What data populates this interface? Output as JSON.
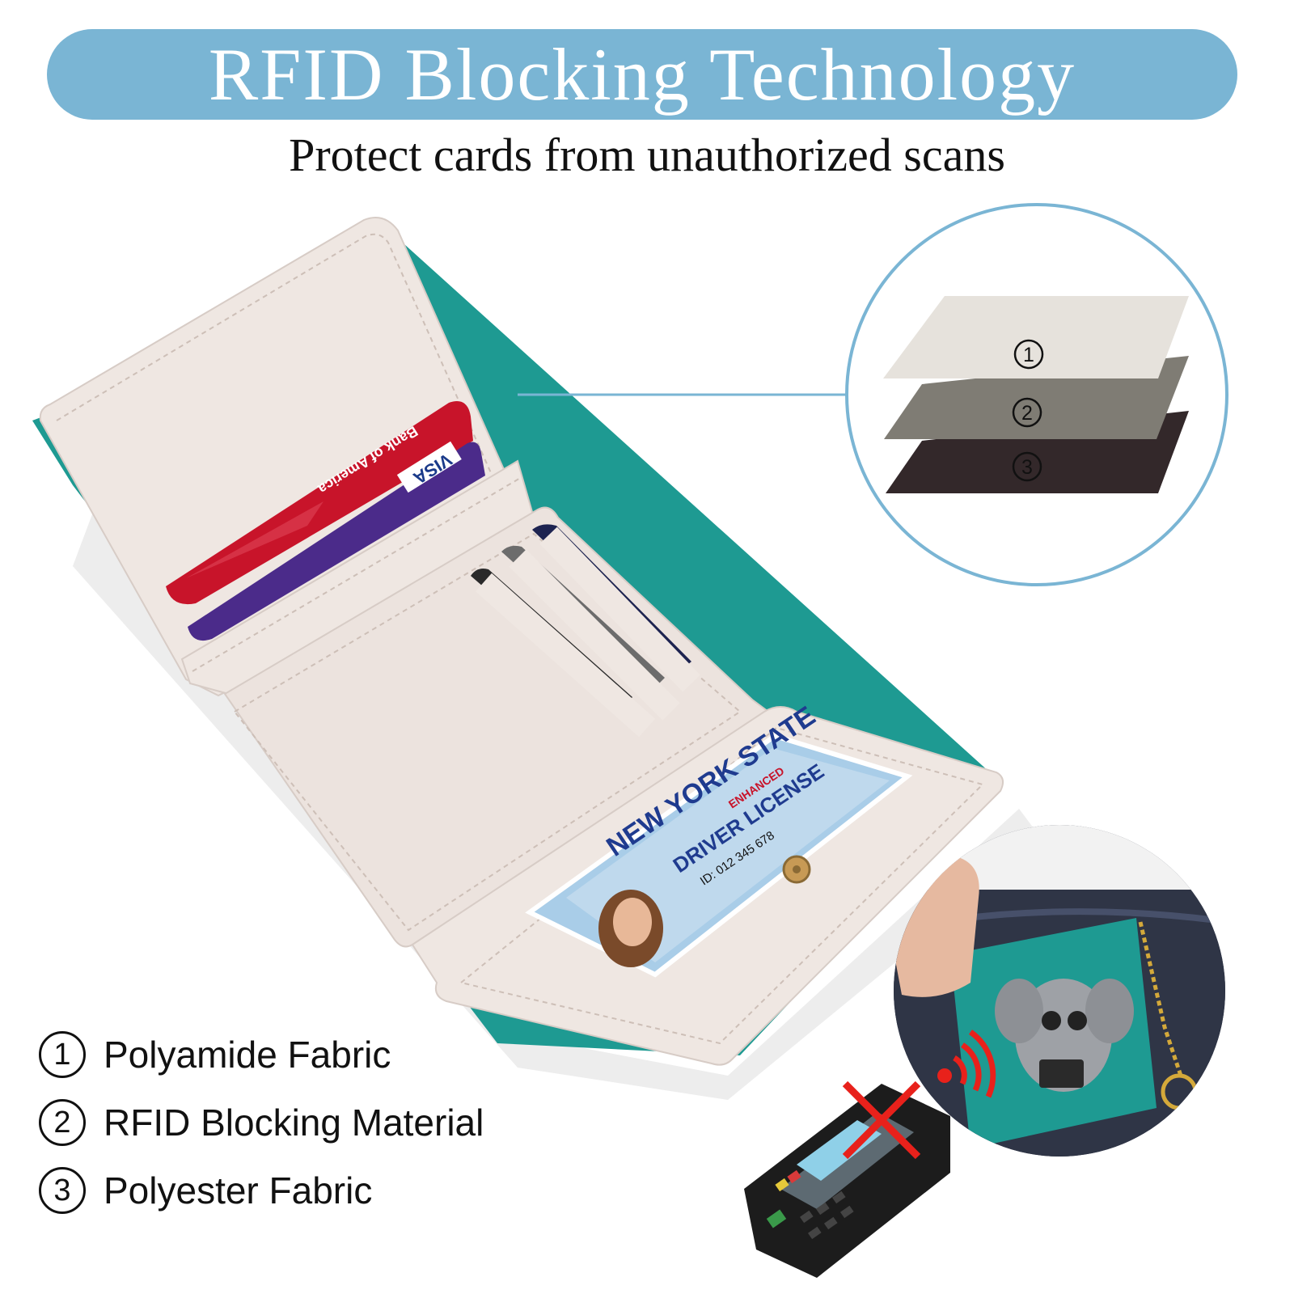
{
  "header": {
    "title": "RFID Blocking Technology",
    "subtitle": "Protect cards from unauthorized scans"
  },
  "layers": [
    {
      "number": "1",
      "label": "Polyamide Fabric",
      "color": "#e6e2dc"
    },
    {
      "number": "2",
      "label": "RFID Blocking Material",
      "color": "#7f7c74"
    },
    {
      "number": "3",
      "label": "Polyester Fabric",
      "color": "#33282a"
    }
  ],
  "cards": {
    "bank_card_brand": "Bank of America",
    "visa_mark": "VISA",
    "id_card_state": "NEW YORK STATE",
    "id_card_type": "DRIVER LICENSE",
    "id_card_badge": "ENHANCED",
    "id_card_number": "ID: 012 345 678"
  },
  "colors": {
    "banner": "#7ab5d4",
    "wallet_exterior": "#1e9a92",
    "wallet_interior": "#efe7e2",
    "accent_line": "#7ab5d4",
    "signal": "#e8211b"
  },
  "icons": {
    "rfid_signal": "rfid-signal-icon",
    "blocked": "cross-mark-icon"
  }
}
